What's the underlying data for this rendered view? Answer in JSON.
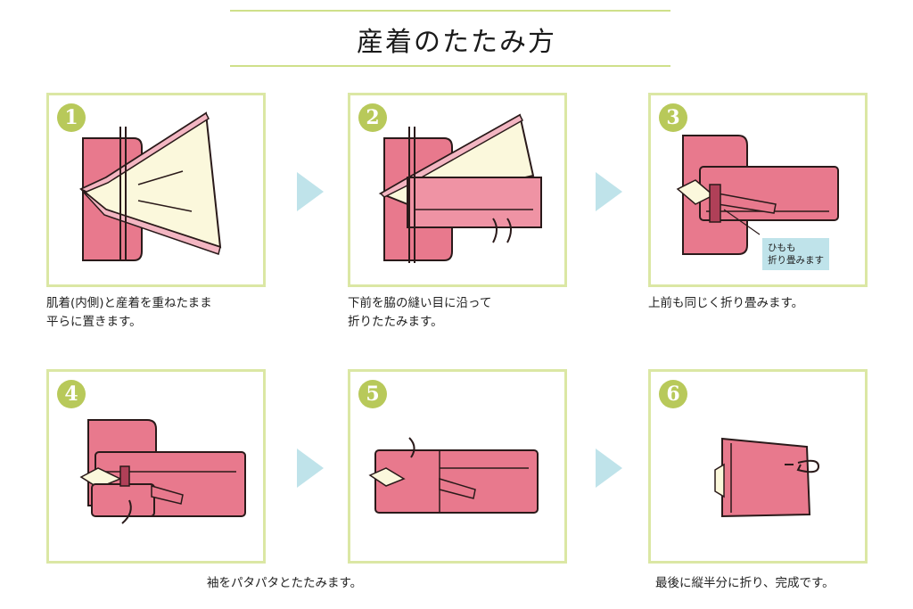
{
  "title": "産着のたたみ方",
  "steps": [
    {
      "num": "1",
      "caption": "肌着(内側)と産着を重ねたまま\n平らに置きます。"
    },
    {
      "num": "2",
      "caption": "下前を脇の縫い目に沿って\n折りたたみます。"
    },
    {
      "num": "3",
      "caption": "上前も同じく折り畳みます。",
      "note": "ひもも\n折り畳みます"
    },
    {
      "num": "4"
    },
    {
      "num": "5"
    },
    {
      "num": "6"
    }
  ],
  "bottom_captions": {
    "sleeves": "袖をパタパタとたたみます。",
    "final": "最後に縦半分に折り、完成です。"
  },
  "colors": {
    "accent_green": "#b8c95a",
    "panel_border": "#dbe7a4",
    "garment_pink": "#e8798d",
    "lining_cream": "#fbf8dc",
    "arrow_blue": "#bfe3ea"
  }
}
